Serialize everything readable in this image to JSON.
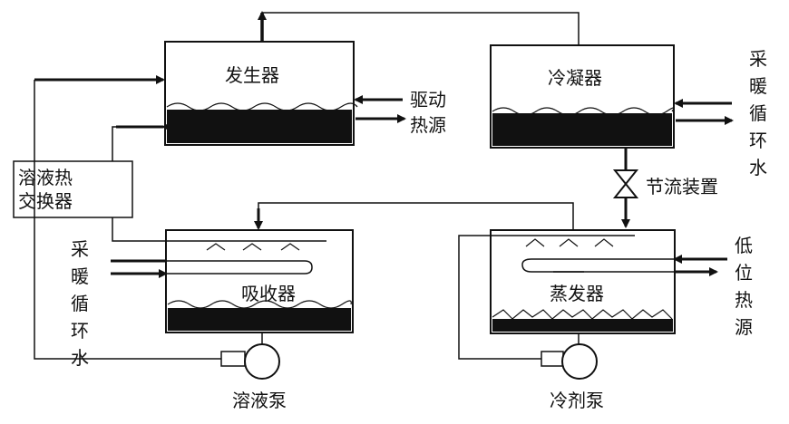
{
  "components": {
    "generator": "发生器",
    "condenser": "冷凝器",
    "absorber": "吸收器",
    "evaporator": "蒸发器",
    "heat_exchanger": "溶液热\n交换器",
    "solution_pump": "溶液泵",
    "refrigerant_pump": "冷剂泵",
    "throttle": "节流装置"
  },
  "streams": {
    "drive_heat": "驱动\n热源",
    "heating_water_right": "采\n暖\n循\n环\n水",
    "heating_water_left": "采\n暖\n循\n环\n水",
    "low_heat": "低\n位\n热\n源"
  }
}
